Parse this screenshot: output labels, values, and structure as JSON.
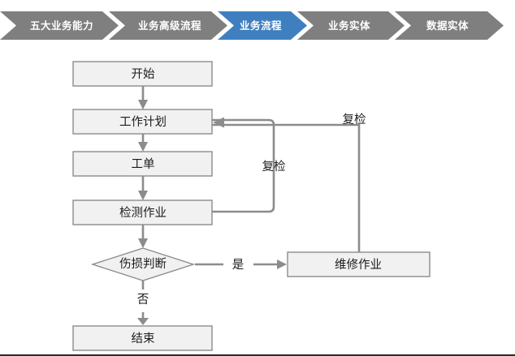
{
  "breadcrumb": {
    "active_color": "#3f7fbf",
    "inactive_color": "#7f7f7f",
    "label_color": "#ffffff",
    "items": [
      {
        "label": "五大业务能力",
        "active": false
      },
      {
        "label": "业务高级流程",
        "active": false
      },
      {
        "label": "业务流程",
        "active": true
      },
      {
        "label": "业务实体",
        "active": false
      },
      {
        "label": "数据实体",
        "active": false
      }
    ]
  },
  "flowchart": {
    "type": "flowchart",
    "node_fill": "#f1f1f1",
    "node_stroke": "#8c8c8c",
    "edge_color": "#8c8c8c",
    "nodes": [
      {
        "id": "start",
        "label": "开始",
        "shape": "rectangle"
      },
      {
        "id": "work_plan",
        "label": "工作计划",
        "shape": "rectangle"
      },
      {
        "id": "work_order",
        "label": "工单",
        "shape": "rectangle"
      },
      {
        "id": "inspection",
        "label": "检测作业",
        "shape": "rectangle"
      },
      {
        "id": "decision",
        "label": "伤损判断",
        "shape": "diamond"
      },
      {
        "id": "repair",
        "label": "维修作业",
        "shape": "rectangle"
      },
      {
        "id": "end",
        "label": "结束",
        "shape": "rectangle"
      }
    ],
    "edges": [
      {
        "from": "start",
        "to": "work_plan",
        "label": ""
      },
      {
        "from": "work_plan",
        "to": "work_order",
        "label": ""
      },
      {
        "from": "work_order",
        "to": "inspection",
        "label": ""
      },
      {
        "from": "inspection",
        "to": "decision",
        "label": ""
      },
      {
        "from": "decision",
        "to": "repair",
        "label": "是"
      },
      {
        "from": "decision",
        "to": "end",
        "label": "否"
      },
      {
        "from": "inspection",
        "to": "work_plan",
        "label": "复检"
      },
      {
        "from": "repair",
        "to": "work_plan",
        "label": "复检"
      }
    ],
    "edge_labels": {
      "yes": "是",
      "no": "否",
      "recheck_inner": "复检",
      "recheck_outer": "复检"
    }
  }
}
